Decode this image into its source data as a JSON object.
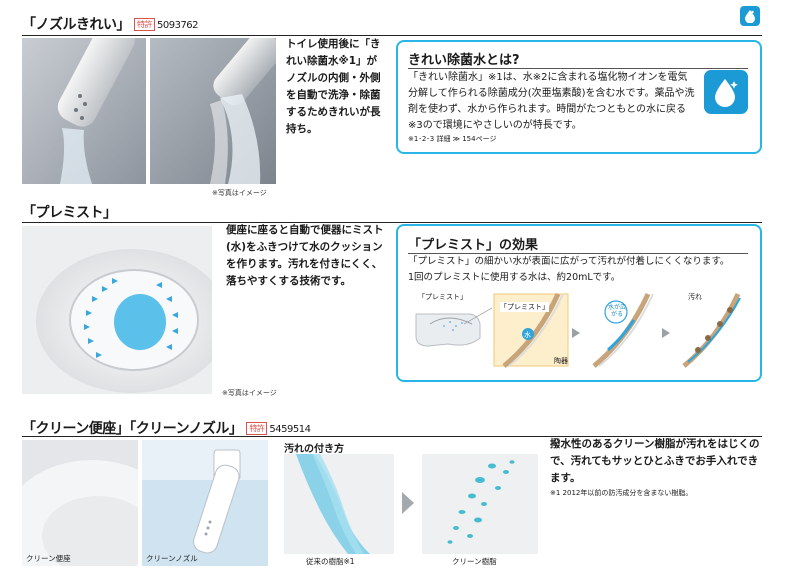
{
  "colors": {
    "accent": "#28b6e8",
    "badge": "#1c9ad6",
    "patent": "#d9534f"
  },
  "corner_icon": "water-drop-icon",
  "nozzle": {
    "title": "「ノズルきれい」",
    "patent_label": "特許",
    "patent_number": "5093762",
    "description": "トイレ使用後に「きれい除菌水※1」がノズルの内側・外側を自動で洗浄・除菌するためきれいが長持ち。",
    "photo_note": "※写真はイメージ",
    "info": {
      "title": "きれい除菌水とは?",
      "text": "「きれい除菌水」※1は、水※2に含まれる塩化物イオンを電気分解して作られる除菌成分(次亜塩素酸)を含む水です。薬品や洗剤を使わず、水から作られます。時間がたつともとの水に戻る※3ので環境にやさしいのが特長です。",
      "footnote": "※1･2･3 詳細 ≫ 154ページ",
      "icon": "sterilized-water-drop-icon"
    }
  },
  "premist": {
    "title": "「プレミスト」",
    "description": "便座に座ると自動で便器にミスト(水)をふきつけて水のクッションを作ります。汚れを付きにくく、落ちやすくする技術です。",
    "photo_note": "※写真はイメージ",
    "info": {
      "title": "「プレミスト」の効果",
      "text1": "「プレミスト」の細かい水が表面に広がって汚れが付着しにくくなります。",
      "text2": "1回のプレミストに使用する水は、約20mLです。",
      "diagram": {
        "label_premist_small": "「プレミスト」",
        "label_premist": "「プレミスト」",
        "label_water": "水",
        "label_bowl": "陶器",
        "label_spread": "水が広がる",
        "label_dirt": "汚れ"
      }
    }
  },
  "clean": {
    "title": "「クリーン便座」「クリーンノズル」",
    "patent_label": "特許",
    "patent_number": "5459514",
    "caption_seat": "クリーン便座",
    "caption_nozzle": "クリーンノズル",
    "dirt_title": "汚れの付き方",
    "caption_conventional": "従来の樹脂※1",
    "caption_clean_resin": "クリーン樹脂",
    "description": "撥水性のあるクリーン樹脂が汚れをはじくので、汚れてもサッとひとふきでお手入れできます。",
    "footnote": "※1 2012年以前の防汚成分を含まない樹脂。"
  }
}
